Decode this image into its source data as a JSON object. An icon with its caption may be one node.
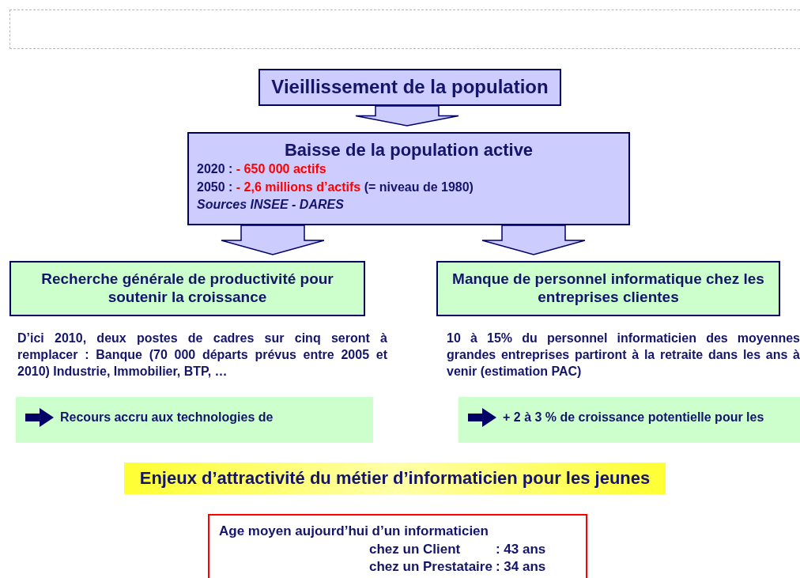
{
  "diagram": {
    "nodes": [
      {
        "text": [
          "Vieillissement de la population"
        ]
      },
      {
        "text": [
          "Baisse de la population active",
          "2020 :",
          "- 650 000 actifs",
          "2050 :",
          "- 2,6 millions d’actifs",
          "(= niveau de 1980)",
          "Sources INSEE - DARES"
        ]
      },
      {
        "text": [
          "Recherche générale de productivité pour soutenir la croissance"
        ]
      },
      {
        "text": [
          "Manque de personnel informatique chez les entreprises clientes"
        ]
      },
      {
        "text": [
          "Recours accru aux technologies de"
        ]
      },
      {
        "text": [
          "+ 2 à 3 % de croissance potentielle pour les"
        ]
      },
      {
        "text": [
          "Enjeux d’attractivité du métier d’informaticien pour les jeunes"
        ]
      },
      {
        "text": [
          "Age moyen aujourd’hui d’un informaticien",
          "chez un Client",
          ": 43 ans",
          "chez un Prestataire",
          ": 34 ans"
        ]
      }
    ],
    "edges": [
      {
        "from": 0,
        "to": 1,
        "arrow": "to"
      },
      {
        "from": 1,
        "to": 2,
        "arrow": "to"
      },
      {
        "from": 1,
        "to": 3,
        "arrow": "to"
      }
    ],
    "labels": [
      "D’ici 2010, deux postes de cadres sur cinq seront à remplacer :  Banque (70 000 départs prévus entre 2005 et 2010) Industrie, Immobilier, BTP, …",
      "10 à 15% du personnel informaticien des moyennes grandes entreprises partiront à la retraite dans les ans à venir (estimation PAC)"
    ]
  }
}
